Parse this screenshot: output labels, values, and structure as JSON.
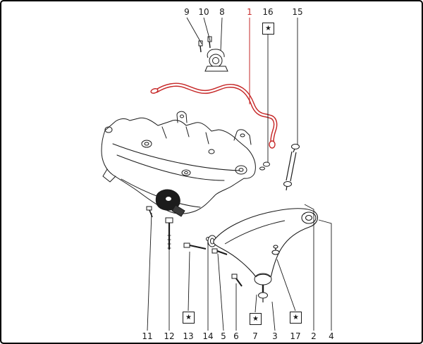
{
  "figure": {
    "star_symbol": "★",
    "colors": {
      "line": "#1a1a1a",
      "highlight_red": "#c62828",
      "background": "#ffffff"
    },
    "callouts_top": [
      {
        "label": "9",
        "starred": false,
        "highlighted": false
      },
      {
        "label": "10",
        "starred": false,
        "highlighted": false
      },
      {
        "label": "8",
        "starred": false,
        "highlighted": false
      },
      {
        "label": "1",
        "starred": false,
        "highlighted": true
      },
      {
        "label": "16",
        "starred": true,
        "highlighted": false
      },
      {
        "label": "15",
        "starred": false,
        "highlighted": false
      }
    ],
    "callouts_bottom": [
      {
        "label": "11",
        "starred": false
      },
      {
        "label": "12",
        "starred": false
      },
      {
        "label": "13",
        "starred": true
      },
      {
        "label": "14",
        "starred": false
      },
      {
        "label": "5",
        "starred": false
      },
      {
        "label": "6",
        "starred": false
      },
      {
        "label": "7",
        "starred": true
      },
      {
        "label": "3",
        "starred": false
      },
      {
        "label": "17",
        "starred": true
      },
      {
        "label": "2",
        "starred": false
      },
      {
        "label": "4",
        "starred": false
      }
    ]
  }
}
